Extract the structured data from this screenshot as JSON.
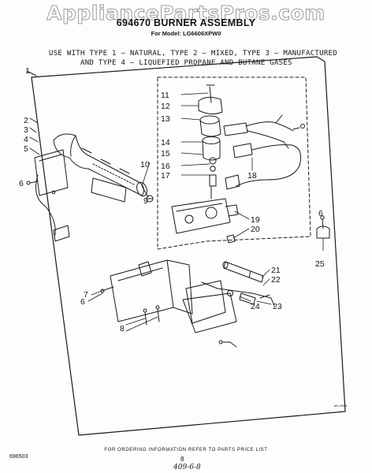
{
  "watermark": "AppliancePartsPros.com",
  "header": {
    "title": "694670 BURNER ASSEMBLY",
    "model": "For Model: LG6606XPW0",
    "types_line1": "USE WITH TYPE 1 — NATURAL, TYPE 2 — MIXED, TYPE 3 — MANUFACTURED",
    "types_line2": "AND TYPE 4 — LIQUEFIED PROPANE AND BUTANE GASES"
  },
  "callouts": {
    "c1": "1",
    "c2": "2",
    "c3": "3",
    "c4": "4",
    "c5": "5",
    "c6a": "6",
    "c6b": "6",
    "c6c": "6",
    "c7": "7",
    "c8": "8",
    "c9": "9",
    "c10": "10",
    "c11": "11",
    "c12": "12",
    "c13": "13",
    "c14": "14",
    "c15": "15",
    "c16": "16",
    "c17": "17",
    "c18": "18",
    "c19": "19",
    "c20": "20",
    "c21": "21",
    "c22": "22",
    "c23": "23",
    "c24": "24",
    "c25": "25"
  },
  "drawing_code": "8A-190-6",
  "footer": {
    "ordering_note": "FOR ORDERING INFORMATION REFER TO PARTS PRICE LIST",
    "doc_number": "696503",
    "page_number": "8",
    "handwritten": "409-6-8"
  }
}
